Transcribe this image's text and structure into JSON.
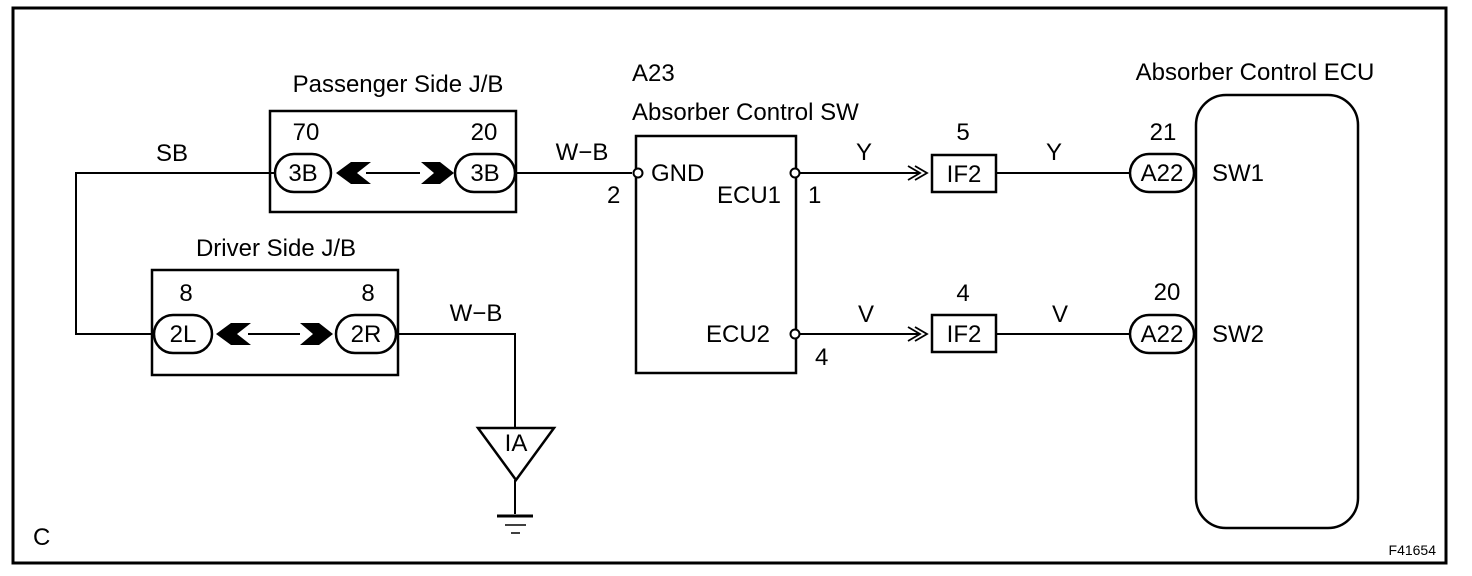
{
  "corner_label": "C",
  "figure_id": "F41654",
  "passenger_jb": {
    "title": "Passenger Side J/B",
    "left_pin": "70",
    "right_pin": "20",
    "left_connector": "3B",
    "right_connector": "3B"
  },
  "driver_jb": {
    "title": "Driver Side J/B",
    "left_pin": "8",
    "right_pin": "8",
    "left_connector": "2L",
    "right_connector": "2R"
  },
  "switch": {
    "code": "A23",
    "title": "Absorber Control SW",
    "gnd_label": "GND",
    "gnd_pin": "2",
    "ecu1_label": "ECU1",
    "ecu1_pin": "1",
    "ecu2_label": "ECU2",
    "ecu2_pin": "4"
  },
  "ecu": {
    "title": "Absorber Control ECU",
    "sw1_label": "SW1",
    "sw2_label": "SW2",
    "sw1_pin": "21",
    "sw2_pin": "20",
    "sw1_connector": "A22",
    "sw2_connector": "A22"
  },
  "junctions": {
    "top_pin": "5",
    "top_label": "IF2",
    "bottom_pin": "4",
    "bottom_label": "IF2"
  },
  "ground": {
    "label": "IA"
  },
  "wires": {
    "sb": "SB",
    "wb_top": "W−B",
    "wb_bottom": "W−B",
    "y_left": "Y",
    "y_right": "Y",
    "v_left": "V",
    "v_right": "V"
  }
}
